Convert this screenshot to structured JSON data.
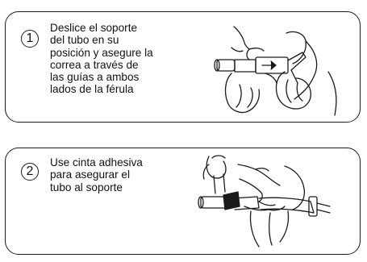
{
  "steps": [
    {
      "number": "1",
      "text": "Deslice el soporte\ndel tubo en su\nposición y asegure la\ncorrea a través de\nlas guías a ambos\nlados de la férula"
    },
    {
      "number": "2",
      "text": "Use cinta adhesiva\npara asegurar el\ntubo al soporte"
    }
  ]
}
